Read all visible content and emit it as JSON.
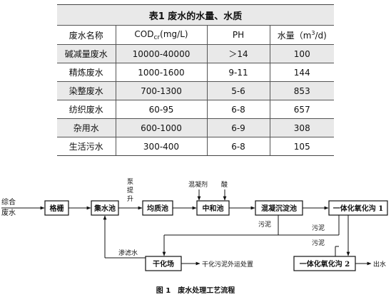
{
  "table": {
    "title": "表1 废水的水量、水质",
    "headers": {
      "name": "废水名称",
      "cod_prefix": "COD",
      "cod_sub": "cr",
      "cod_unit": "(mg/L)",
      "ph": "PH",
      "flow_prefix": "水量（m",
      "flow_sup": "3",
      "flow_suffix": "/d)"
    },
    "rows": [
      {
        "name": "碱减量废水",
        "cod": "10000-40000",
        "ph": "＞14",
        "flow": "100"
      },
      {
        "name": "精炼废水",
        "cod": "1000-1600",
        "ph": "9-11",
        "flow": "144"
      },
      {
        "name": "染整废水",
        "cod": "700-1300",
        "ph": "5-6",
        "flow": "853"
      },
      {
        "name": "纺织废水",
        "cod": "60-95",
        "ph": "6-8",
        "flow": "657"
      },
      {
        "name": "杂用水",
        "cod": "600-1000",
        "ph": "6-9",
        "flow": "308"
      },
      {
        "name": "生活污水",
        "cod": "300-400",
        "ph": "6-8",
        "flow": "105"
      }
    ]
  },
  "diagram": {
    "inlet_line1": "综合",
    "inlet_line2": "废水",
    "grille": "格栅",
    "collection_tank": "集水池",
    "pump_line1": "泵",
    "pump_line2": "提",
    "pump_line3": "升",
    "equalization_tank": "均质池",
    "coagulant": "混凝剂",
    "acid": "酸",
    "neutralization_tank": "中和池",
    "coagulation_sedimentation_tank": "混凝沉淀池",
    "oxidation_ditch_1": "一体化氧化沟 1",
    "oxidation_ditch_2": "一体化氧化沟 2",
    "sludge_1": "污泥",
    "sludge_2": "污泥",
    "sludge_3": "污泥",
    "filtrate": "渗滤水",
    "drying_field": "干化场",
    "sludge_disposal": "干化污泥外运处置",
    "effluent": "出水"
  },
  "caption": "图 1　废水处理工艺流程"
}
